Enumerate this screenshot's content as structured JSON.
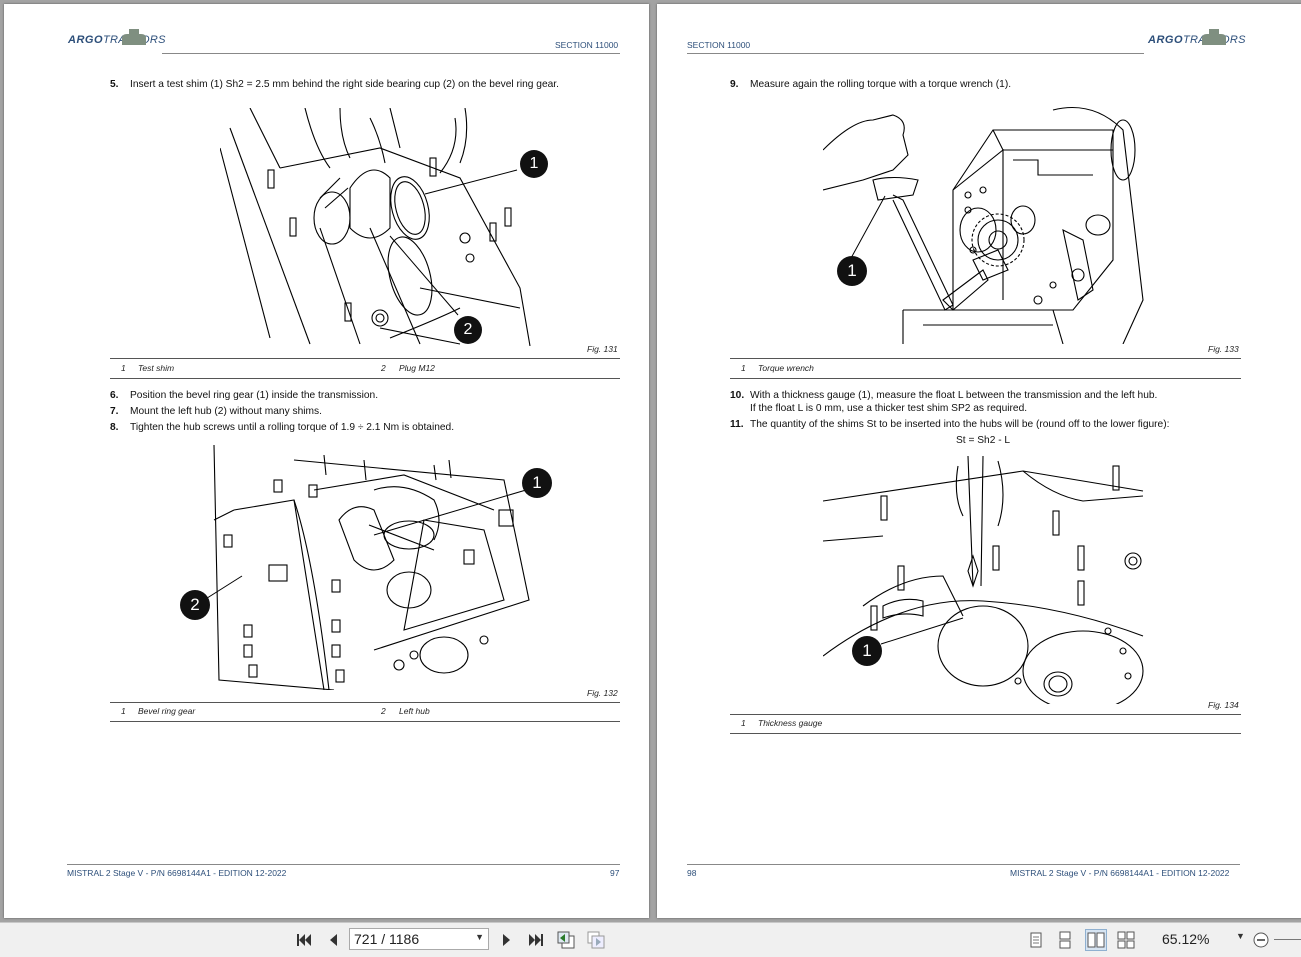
{
  "brand": {
    "argo": "ARGO",
    "tractors": "TRACTORS"
  },
  "left_page": {
    "section": "SECTION 11000",
    "step5": {
      "num": "5.",
      "text": "Insert a test shim (1) Sh2 = 2.5 mm behind the right side bearing cup (2) on the bevel ring gear."
    },
    "fig131": {
      "caption": "Fig. 131",
      "callout1": "1",
      "callout2": "2",
      "legend": [
        {
          "num": "1",
          "label": "Test shim"
        },
        {
          "num": "2",
          "label": "Plug M12"
        }
      ]
    },
    "step6": {
      "num": "6.",
      "text": "Position the bevel ring gear (1) inside the transmission."
    },
    "step7": {
      "num": "7.",
      "text": "Mount the left hub (2) without many shims."
    },
    "step8": {
      "num": "8.",
      "text": "Tighten the hub screws until a rolling torque of 1.9 ÷ 2.1 Nm is obtained."
    },
    "fig132": {
      "caption": "Fig. 132",
      "callout1": "1",
      "callout2": "2",
      "legend": [
        {
          "num": "1",
          "label": "Bevel ring gear"
        },
        {
          "num": "2",
          "label": "Left hub"
        }
      ]
    },
    "footer_left": "MISTRAL 2 Stage V - P/N 6698144A1 - EDITION 12-2022",
    "page_number": "97"
  },
  "right_page": {
    "section": "SECTION 11000",
    "step9": {
      "num": "9.",
      "text": "Measure again the rolling torque with a torque wrench (1)."
    },
    "fig133": {
      "caption": "Fig. 133",
      "callout1": "1",
      "legend": [
        {
          "num": "1",
          "label": "Torque wrench"
        }
      ]
    },
    "step10": {
      "num": "10.",
      "text": "With a thickness gauge (1), measure the float L between the transmission and the left hub.",
      "text2": "If the float L is 0 mm, use a thicker test shim SP2 as required."
    },
    "step11": {
      "num": "11.",
      "text": "The quantity of the shims St to be inserted into the hubs will be (round off to the lower figure):"
    },
    "formula": "St = Sh2 - L",
    "fig134": {
      "caption": "Fig. 134",
      "callout1": "1",
      "legend": [
        {
          "num": "1",
          "label": "Thickness gauge"
        }
      ]
    },
    "page_number": "98",
    "footer_right": "MISTRAL 2 Stage V - P/N 6698144A1 - EDITION 12-2022"
  },
  "toolbar": {
    "page_field": "721 / 1186",
    "zoom": "65.12%",
    "icons": [
      "first-page-icon",
      "previous-page-icon",
      "next-page-icon",
      "last-page-icon",
      "previous-view-icon",
      "next-view-icon",
      "single-page-icon",
      "continuous-icon",
      "two-page-icon",
      "continuous-two-page-icon",
      "zoom-out-icon"
    ]
  }
}
